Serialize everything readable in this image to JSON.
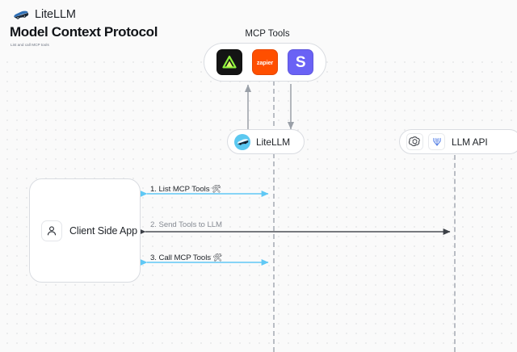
{
  "brand": {
    "name": "LiteLLM",
    "logo_icon": "litellm-truck-logo"
  },
  "header": {
    "title": "Model Context Protocol",
    "subtitle": "List and call MCP tools"
  },
  "diagram": {
    "mcp_group": {
      "label": "MCP Tools",
      "tools": [
        {
          "name": "linear",
          "icon": "linear-triangle-icon",
          "label": "",
          "bg": "#141414"
        },
        {
          "name": "zapier",
          "icon": "zapier-icon",
          "label": "zapier",
          "bg": "#ff4f00"
        },
        {
          "name": "slack",
          "icon": "slack-s-icon",
          "label": "S",
          "bg": "#6a62f5"
        }
      ]
    },
    "litellm_node": {
      "label": "LiteLLM",
      "icon": "litellm-avatar-icon"
    },
    "llm_api_node": {
      "label": "LLM API",
      "icons": [
        "openai-icon",
        "vertex-ai-icon"
      ]
    },
    "client_node": {
      "label": "Client Side App",
      "icon": "user-person-icon"
    },
    "steps": [
      {
        "id": "step-1",
        "text": "1. List MCP Tools",
        "emoji": "🛠",
        "color": "#5fc8f5",
        "direction": "bidirectional"
      },
      {
        "id": "step-2",
        "text": "2. Send Tools to LLM",
        "emoji": "",
        "color": "#4a4e55",
        "direction": "bidirectional"
      },
      {
        "id": "step-3",
        "text": "3. Call MCP Tools",
        "emoji": "🛠",
        "color": "#5fc8f5",
        "direction": "bidirectional"
      }
    ],
    "colors": {
      "accent_blue": "#5fc8f5",
      "arrow_dark": "#4a4e55",
      "lifeline": "#b9bdc4",
      "canvas_bg": "#fafafa",
      "node_border": "#d9dce1"
    }
  }
}
